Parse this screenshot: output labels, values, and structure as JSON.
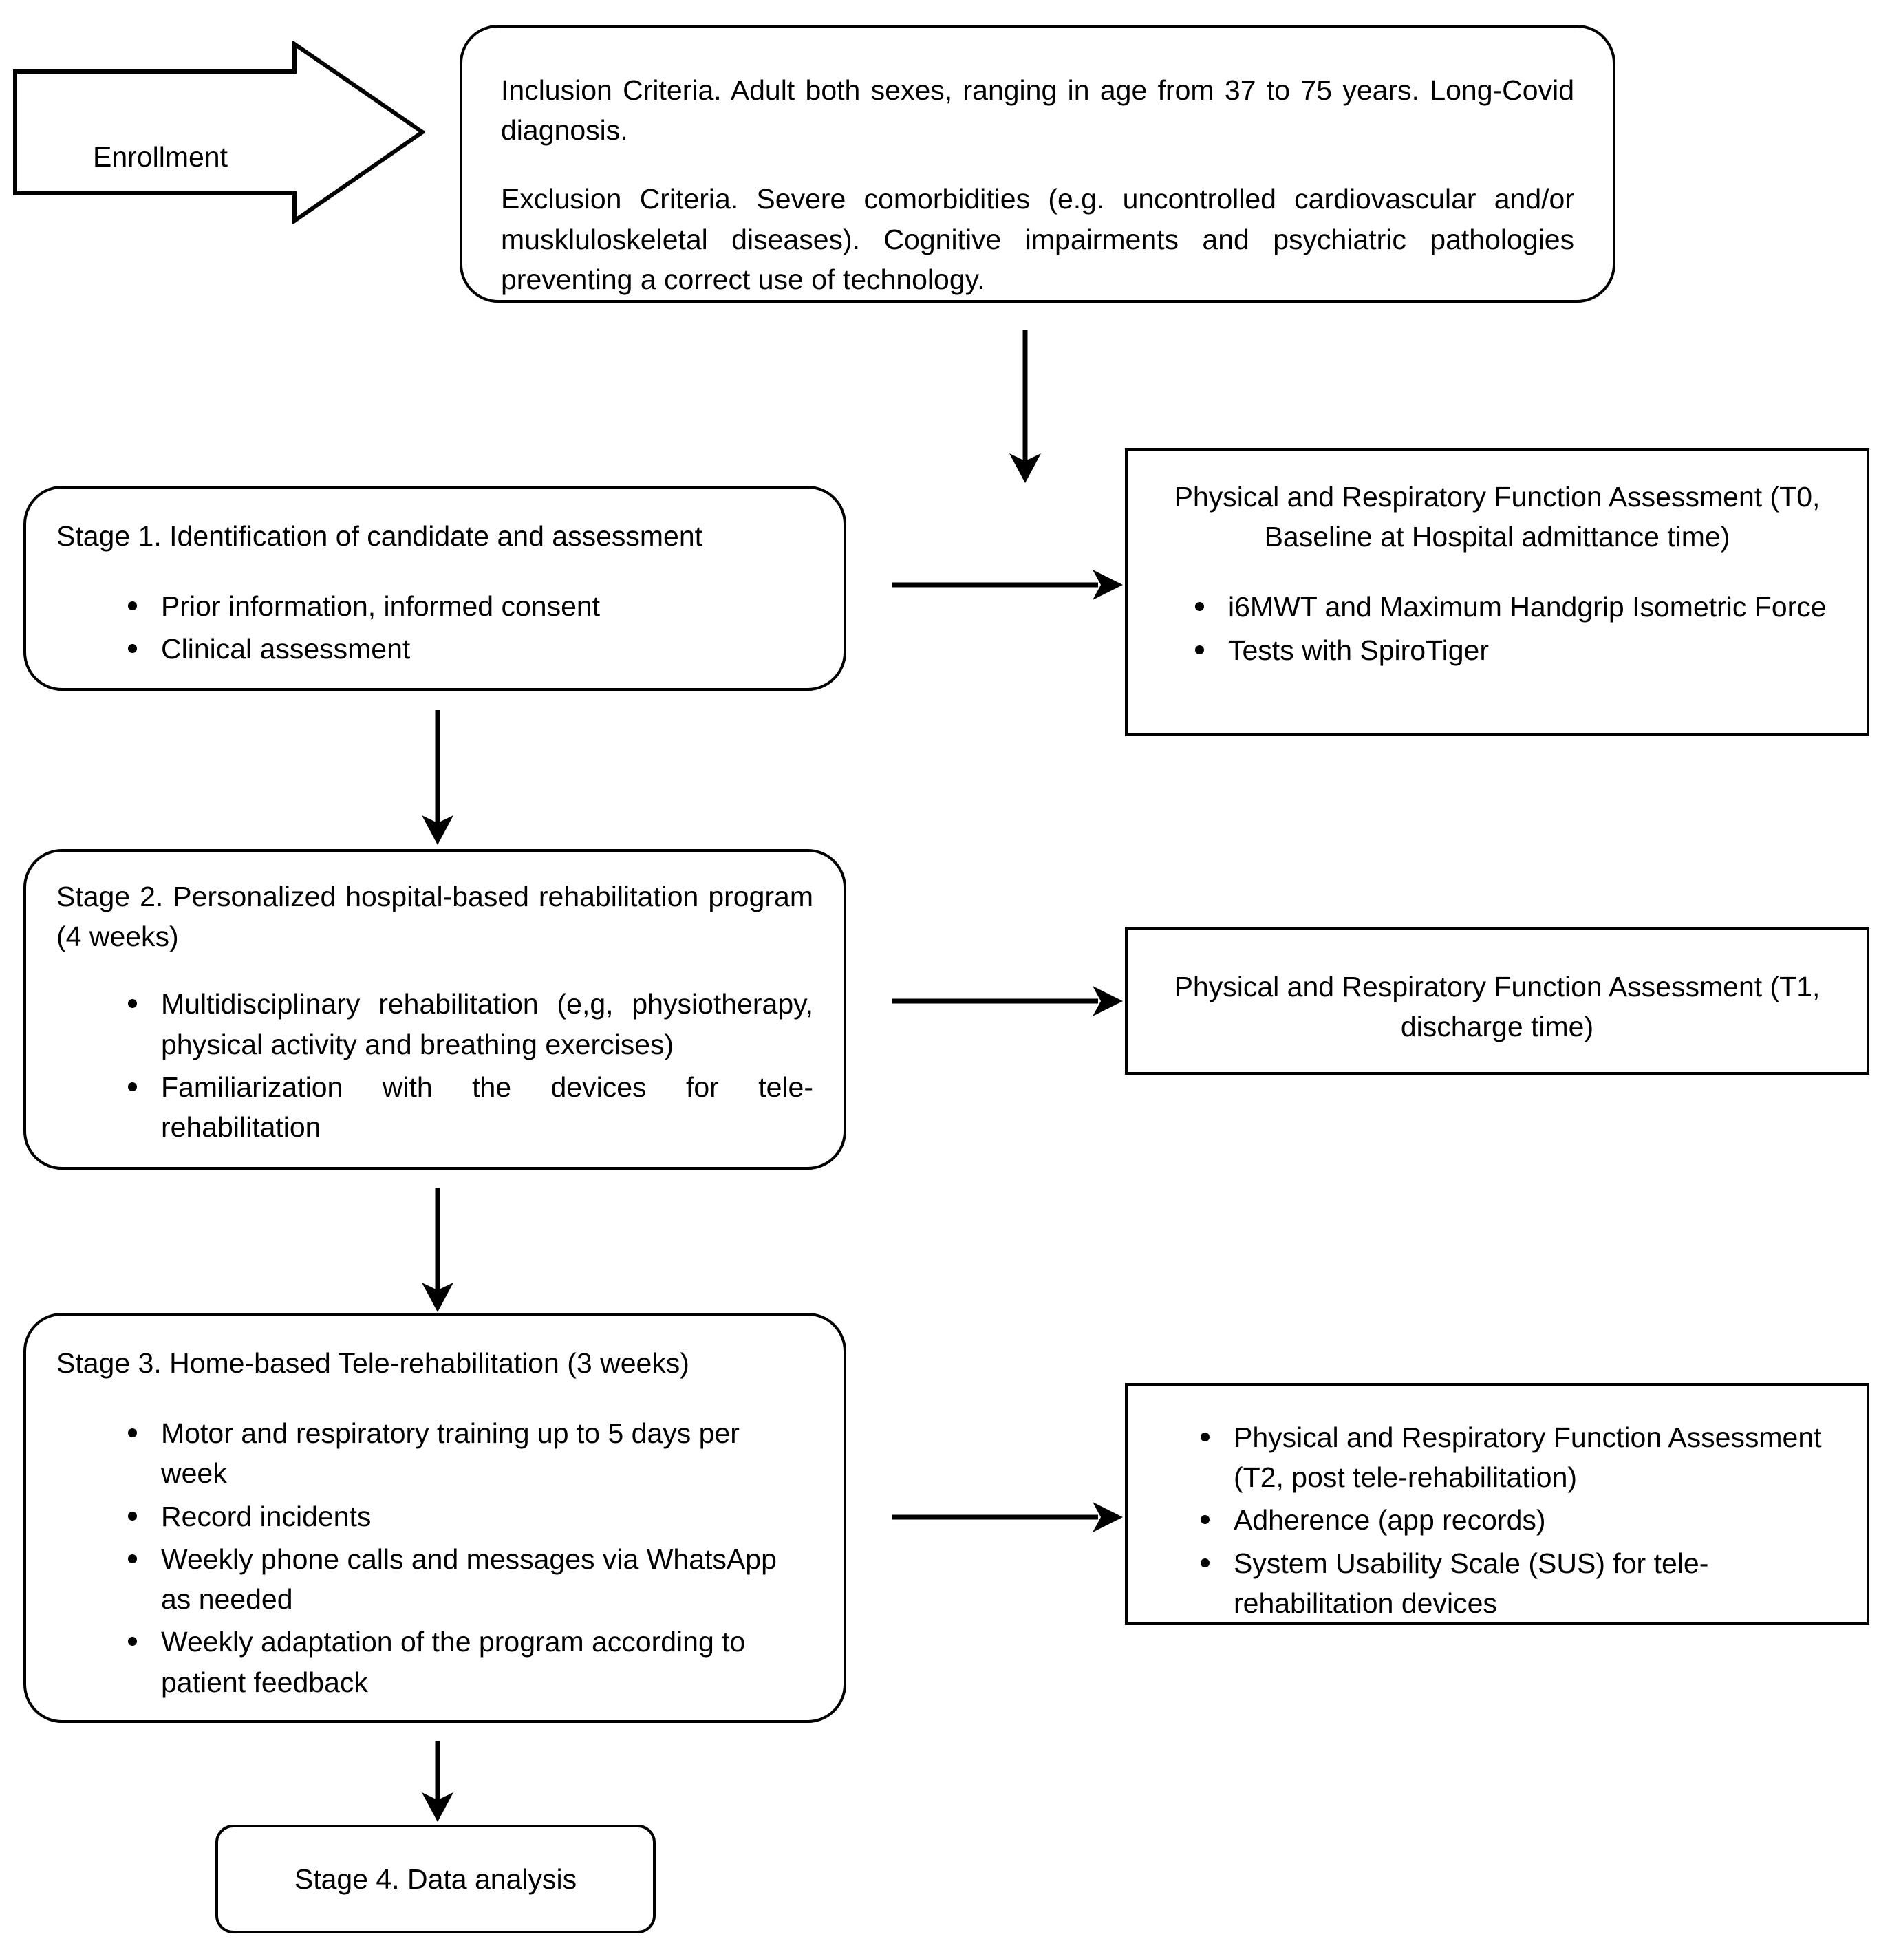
{
  "diagram": {
    "title": "Study protocol flowchart",
    "enrollment": {
      "label": "Enrollment"
    },
    "nodes": {
      "criteria": {
        "name": "inclusion-exclusion-criteria",
        "shape": "rounded-rectangle",
        "paragraphs": [
          "Inclusion Criteria. Adult both sexes, ranging in age from 37 to 75 years. Long-Covid diagnosis.",
          "Exclusion Criteria. Severe comorbidities (e.g. uncontrolled cardiovascular and/or muskluloskeletal diseases). Cognitive impairments and psychiatric pathologies preventing a correct use of technology."
        ]
      },
      "stage1": {
        "name": "stage-1",
        "shape": "rounded-rectangle",
        "title": "Stage 1. Identification of candidate and assessment",
        "bullets": [
          "Prior information, informed consent",
          "Clinical assessment"
        ]
      },
      "t0": {
        "name": "assessment-t0",
        "shape": "rectangle",
        "title": "Physical and Respiratory Function Assessment (T0, Baseline at Hospital admittance time)",
        "bullets": [
          "i6MWT and Maximum Handgrip Isometric Force",
          "Tests with SpiroTiger"
        ]
      },
      "stage2": {
        "name": "stage-2",
        "shape": "rounded-rectangle",
        "title": "Stage 2. Personalized hospital-based rehabilitation program (4 weeks)",
        "bullets": [
          "Multidisciplinary rehabilitation (e,g, physiotherapy, physical activity and breathing exercises)",
          "Familiarization with the devices for tele-rehabilitation"
        ]
      },
      "t1": {
        "name": "assessment-t1",
        "shape": "rectangle",
        "title": "Physical and Respiratory Function Assessment (T1, discharge time)",
        "bullets": []
      },
      "stage3": {
        "name": "stage-3",
        "shape": "rounded-rectangle",
        "title": "Stage 3. Home-based Tele-rehabilitation (3 weeks)",
        "bullets": [
          "Motor and respiratory training up to 5 days per week",
          "Record incidents",
          "Weekly phone calls and messages via WhatsApp as needed",
          "Weekly adaptation of the program according to patient feedback"
        ]
      },
      "t2": {
        "name": "assessment-t2",
        "shape": "rectangle",
        "title": "",
        "bullets": [
          "Physical and Respiratory Function Assessment (T2, post tele-rehabilitation)",
          "Adherence (app records)",
          "System Usability Scale (SUS) for tele-rehabilitation devices"
        ]
      },
      "stage4": {
        "name": "stage-4",
        "shape": "rounded-rectangle",
        "title": "Stage 4. Data analysis",
        "bullets": []
      }
    },
    "connectors": [
      {
        "name": "criteria-to-t0",
        "direction": "down",
        "from": "criteria",
        "to": "t0"
      },
      {
        "name": "stage1-to-t0",
        "direction": "right",
        "from": "stage1",
        "to": "t0"
      },
      {
        "name": "stage1-to-stage2",
        "direction": "down",
        "from": "stage1",
        "to": "stage2"
      },
      {
        "name": "stage2-to-t1",
        "direction": "right",
        "from": "stage2",
        "to": "t1"
      },
      {
        "name": "stage2-to-stage3",
        "direction": "down",
        "from": "stage2",
        "to": "stage3"
      },
      {
        "name": "stage3-to-t2",
        "direction": "right",
        "from": "stage3",
        "to": "t2"
      },
      {
        "name": "stage3-to-stage4",
        "direction": "down",
        "from": "stage3",
        "to": "stage4"
      }
    ],
    "colors": {
      "stroke": "#000000",
      "background": "#ffffff",
      "text": "#000000"
    }
  }
}
